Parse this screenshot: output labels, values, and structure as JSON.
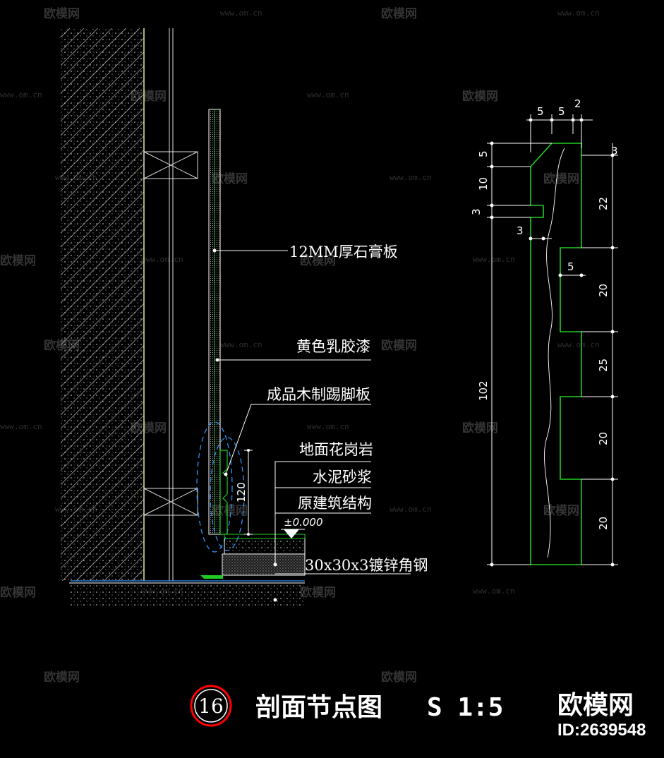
{
  "watermark": {
    "brand": "欧模网",
    "url": "www.om.cn"
  },
  "section_labels": [
    "12MM厚石膏板",
    "黄色乳胶漆",
    "成品木制踢脚板",
    "地面花岗岩",
    "水泥砂浆",
    "原建筑结构",
    "30x30x3镀锌角钢"
  ],
  "level_mark": "±0.000",
  "left_dimension": "120",
  "profile_dimensions": {
    "top": [
      "5",
      "5",
      "2"
    ],
    "left": [
      "5",
      "10",
      "3",
      "3",
      "102"
    ],
    "right": [
      "3",
      "22",
      "20",
      "25",
      "20",
      "20"
    ],
    "inner": "5"
  },
  "footer": {
    "detail_number": "16",
    "title": "剖面节点图",
    "scale": "S 1:5"
  },
  "logo": {
    "brand": "欧模网",
    "id": "ID:2639548"
  },
  "colors": {
    "background": "#000000",
    "lines": "#ffffff",
    "profile": "#22cc22",
    "callout_circle": "#ff0000",
    "dashed_ellipse": "#3399ff"
  }
}
